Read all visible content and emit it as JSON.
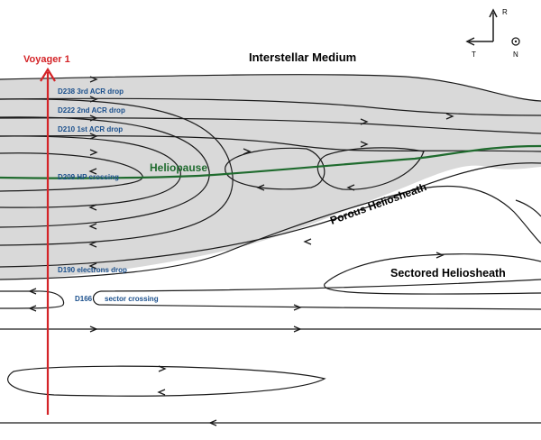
{
  "diagram": {
    "colors": {
      "grey_region": "#d9d9d9",
      "field_line": "#1a1a1a",
      "heliopause": "#1f6b2e",
      "voyager": "#d42428",
      "event_label": "#1a4f8c",
      "region_label": "#000000"
    },
    "labels": {
      "voyager": "Voyager 1",
      "interstellar": "Interstellar Medium",
      "heliopause": "Heliopause",
      "porous": "Porous Heliosheath",
      "sectored": "Sectored Heliosheath"
    },
    "events": [
      "D238 3rd ACR drop",
      "D222 2nd ACR drop",
      "D210 1st ACR drop",
      "D209 HP crossing",
      "D190 electrons drop",
      "D166",
      "sector crossing"
    ],
    "axes": {
      "r": "R",
      "t": "T",
      "n": "N"
    }
  }
}
